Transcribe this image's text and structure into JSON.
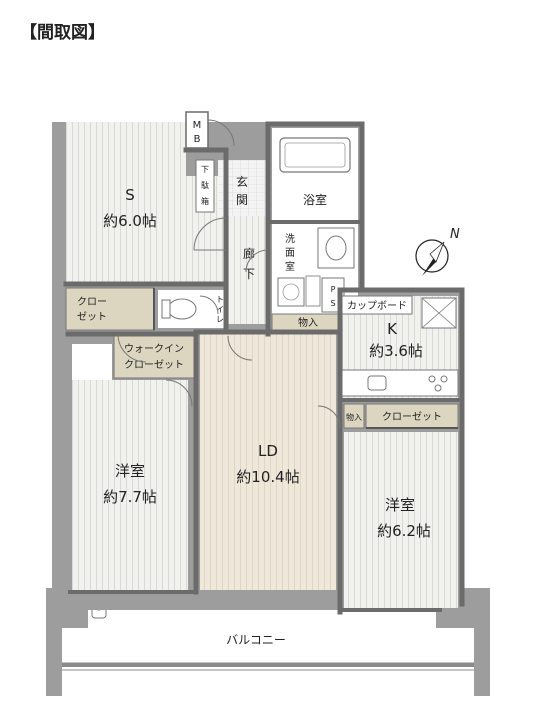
{
  "heading": "【間取図】",
  "rooms": {
    "s_name": "S",
    "s_size": "約6.0帖",
    "genkan": "玄関",
    "shoes": "下駄箱",
    "mb": "MB",
    "bath": "浴室",
    "washroom": "洗面室",
    "corridor": "廊下",
    "toilet": "トイレ",
    "closet_left": "クローゼット",
    "storage_mid": "物入",
    "walkin": "ウォークインクローゼット",
    "cupboard": "カップボード",
    "kitchen_name": "K",
    "kitchen_size": "約3.6帖",
    "storage_right": "物入",
    "closet_right": "クローゼット",
    "ps": "PS",
    "ld_name": "LD",
    "ld_size": "約10.4帖",
    "west_name": "洋室",
    "west_size": "約7.7帖",
    "east_name": "洋室",
    "east_size": "約6.2帖",
    "balcony": "バルコニー"
  },
  "compass": {
    "letter": "N",
    "icon": "compass-icon"
  },
  "colors": {
    "wall": "#9d9d9d",
    "wall_edge": "#6b6b6b",
    "floor": "#f1f1ee",
    "floor_stripe": "#d9d9d6",
    "ld_floor": "#efe8da",
    "ld_stripe": "#dfd7c6",
    "closet": "#dcd6c0",
    "bath": "#ffffff"
  }
}
